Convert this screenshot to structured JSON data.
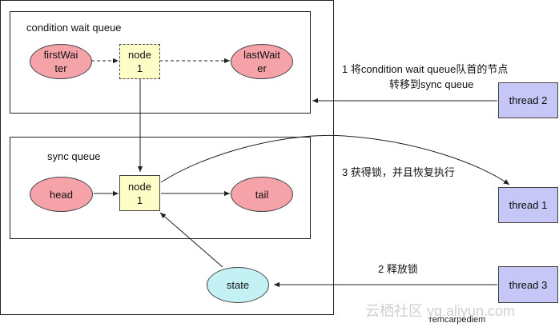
{
  "colors": {
    "ellipse_fill": "#f5a3a9",
    "node_fill": "#fdfdc8",
    "thread_fill": "#c6c6f7",
    "state_fill": "#c4f2f4",
    "line": "#222222"
  },
  "condition_queue": {
    "title": "condition wait queue",
    "first_waiter": {
      "line1": "firstWai",
      "line2": "ter"
    },
    "node": {
      "line1": "node",
      "line2": "1"
    },
    "last_waiter": {
      "line1": "lastWait",
      "line2": "er"
    }
  },
  "sync_queue": {
    "title": "sync queue",
    "head": "head",
    "node": {
      "line1": "node",
      "line2": "1"
    },
    "tail": "tail"
  },
  "state": "state",
  "threads": {
    "thread2": "thread 2",
    "thread1": "thread 1",
    "thread3": "thread 3"
  },
  "annotations": {
    "step1_line1": "1 将condition wait queue队首的节点",
    "step1_line2": "转移到sync queue",
    "step3": "3 获得锁，并且恢复执行",
    "step2": "2 释放锁"
  },
  "watermark": {
    "site": "云栖社区 yq.aliyun.com",
    "author": "remcarpediem"
  }
}
